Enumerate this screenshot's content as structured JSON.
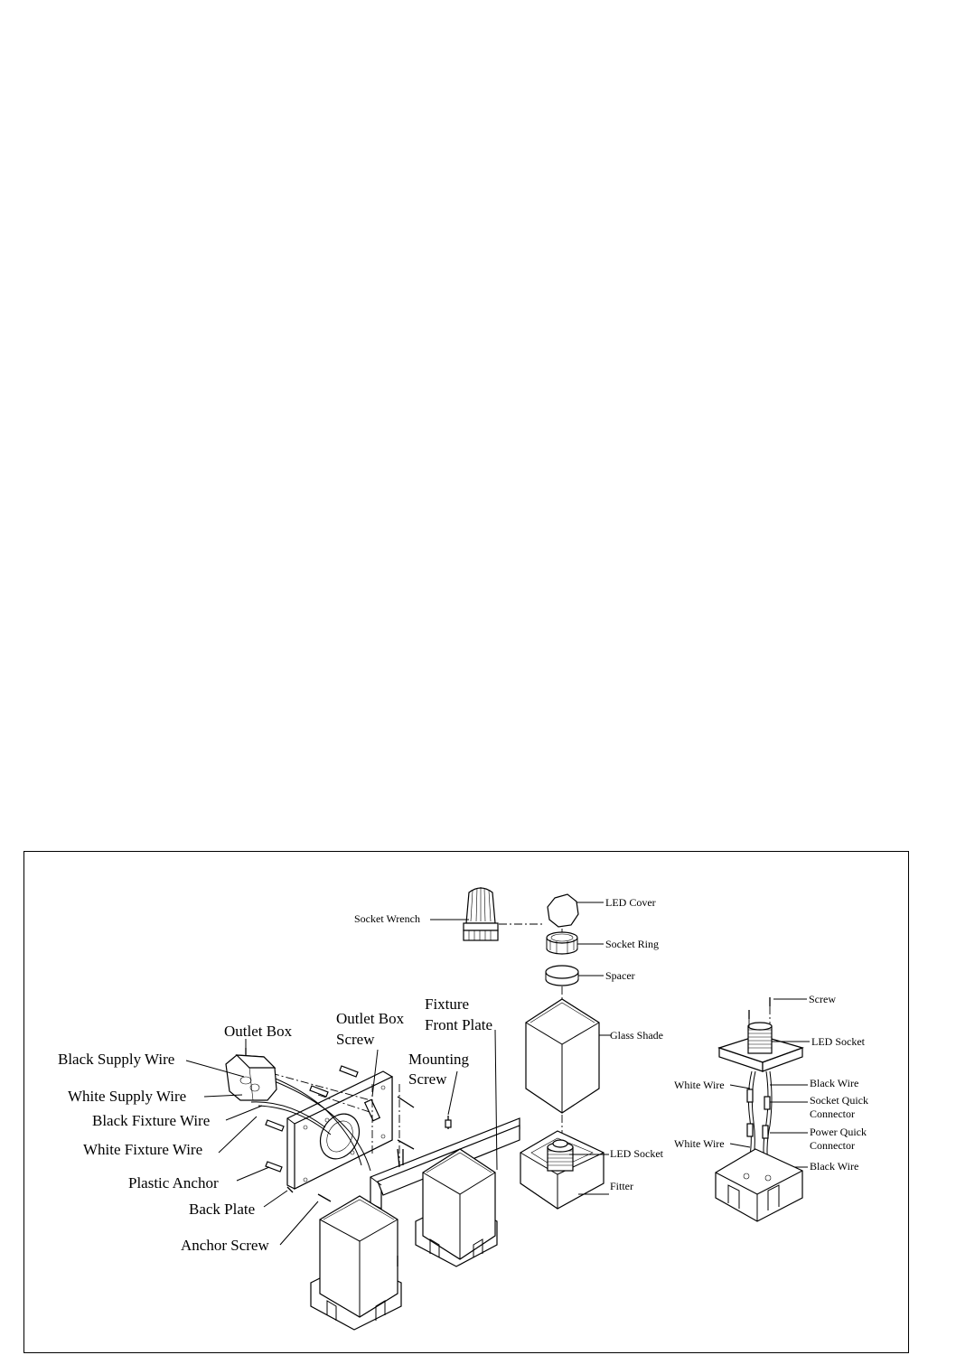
{
  "labels": {
    "socket_wrench": "Socket Wrench",
    "led_cover": "LED Cover",
    "socket_ring": "Socket Ring",
    "spacer": "Spacer",
    "glass_shade": "Glass Shade",
    "led_socket_main": "LED Socket",
    "fitter": "Fitter",
    "outlet_box": "Outlet Box",
    "outlet_box_screw_1": "Outlet Box",
    "outlet_box_screw_2": "Screw",
    "fixture_front_plate_1": "Fixture",
    "fixture_front_plate_2": "Front Plate",
    "mounting_screw_1": "Mounting",
    "mounting_screw_2": "Screw",
    "black_supply_wire": "Black Supply Wire",
    "white_supply_wire": "White Supply Wire",
    "black_fixture_wire": "Black Fixture Wire",
    "white_fixture_wire": "White Fixture Wire",
    "plastic_anchor": "Plastic Anchor",
    "back_plate": "Back Plate",
    "anchor_screw": "Anchor Screw",
    "screw": "Screw",
    "led_socket_detail": "LED Socket",
    "white_wire_top": "White Wire",
    "black_wire_top": "Black Wire",
    "socket_quick_connector_1": "Socket Quick",
    "socket_quick_connector_2": "Connector",
    "white_wire_bottom": "White Wire",
    "power_quick_connector_1": "Power Quick",
    "power_quick_connector_2": "Connector",
    "black_wire_bottom": "Black Wire"
  }
}
